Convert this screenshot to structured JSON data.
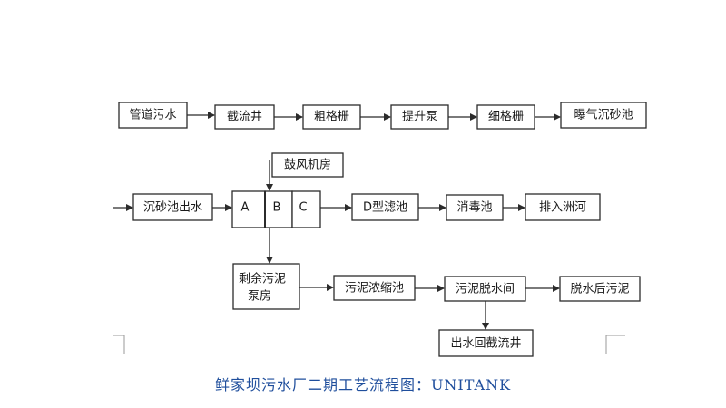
{
  "nodes": {
    "pipe_sewage": "管道污水",
    "intercept_well": "截流井",
    "coarse_screen": "粗格栅",
    "lift_pump": "提升泵",
    "fine_screen": "细格栅",
    "aerated_grit": "曝气沉砂池",
    "blower_room": "鼓风机房",
    "grit_effluent": "沉砂池出水",
    "cell_a": "A",
    "cell_b": "B",
    "cell_c": "C",
    "d_filter": "D型滤池",
    "disinfection": "消毒池",
    "discharge": "排入洲河",
    "sludge_pump_line1": "剩余污泥",
    "sludge_pump_line2": "泵房",
    "thickener": "污泥浓缩池",
    "dewatering": "污泥脱水间",
    "dewatered": "脱水后污泥",
    "effluent_return": "出水回截流井"
  },
  "caption": "鲜家坝污水厂二期工艺流程图：UNITANK"
}
